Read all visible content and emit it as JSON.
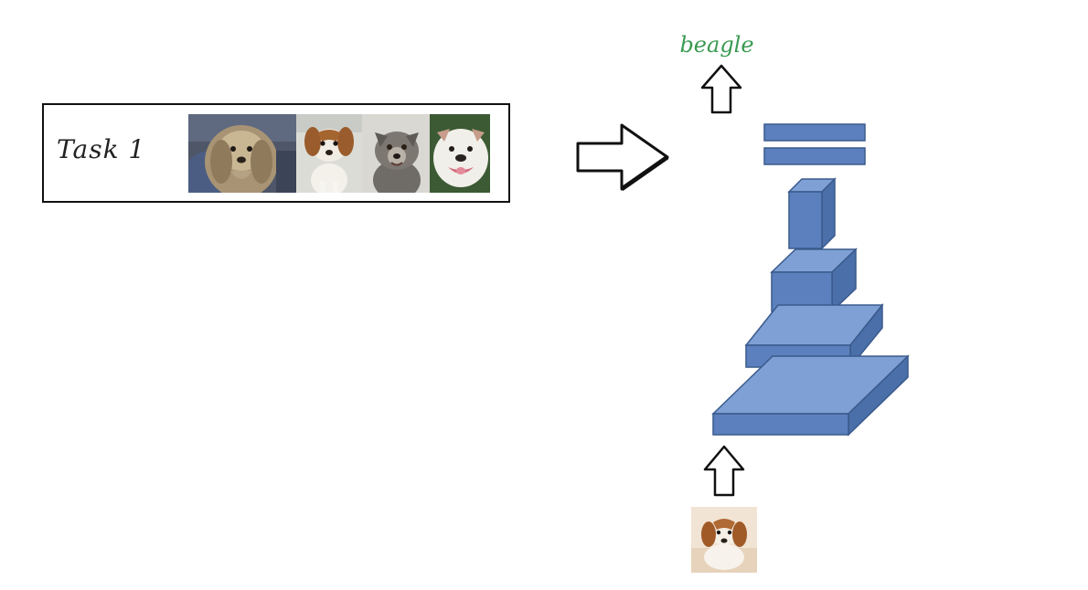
{
  "task": {
    "label": "Task 1",
    "images": [
      "dog-photo-shih-tzu",
      "dog-photo-beagle",
      "dog-photo-pitbull",
      "dog-photo-bulldog"
    ]
  },
  "network": {
    "output_label": "beagle",
    "output_color": "#3a9a52",
    "layer_color": "#5b80bd",
    "layer_edge_color": "#3a5a8c",
    "input_image": "beagle-puppy-photo"
  }
}
